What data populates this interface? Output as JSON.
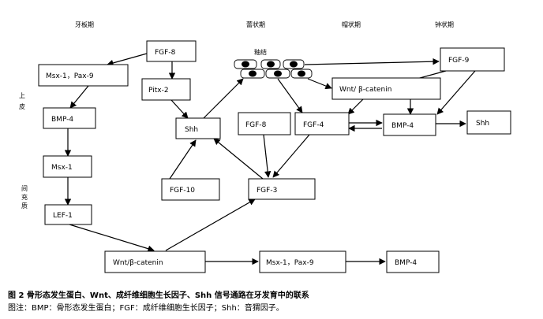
{
  "stages": {
    "dental_lamina": "牙板期",
    "bud": "蕾状期",
    "cap": "帽状期",
    "bell": "钟状期"
  },
  "side_labels": {
    "epithelium": [
      "上",
      "皮"
    ],
    "mesenchyme": [
      "间",
      "充",
      "质"
    ]
  },
  "cluster_label": "釉结",
  "nodes": {
    "fgf8_top": "FGF-8",
    "msx1_pax9_top": "Msx-1，Pax-9",
    "pitx2": "Pitx-2",
    "bmp4_left": "BMP-4",
    "shh_mid": "Shh",
    "fgf8_mid": "FGF-8",
    "fgf4": "FGF-4",
    "wnt_bcat_top": "Wnt/ β-catenin",
    "fgf9": "FGF-9",
    "bmp4_right": "BMP-4",
    "shh_right": "Shh",
    "msx1": "Msx-1",
    "fgf10": "FGF-10",
    "fgf3": "FGF-3",
    "lef1": "LEF-1",
    "wnt_bcat_bottom": "Wnt/β-catenin",
    "msx1_pax9_bottom": "Msx-1，Pax-9",
    "bmp4_bottom": "BMP-4"
  },
  "caption": {
    "title": "图 2  骨形态发生蛋白、Wnt、成纤维细胞生长因子、Shh 信号通路在牙发育中的联系",
    "note": "图注：BMP：骨形态发生蛋白；FGF：成纤维细胞生长因子；Shh：音猬因子。"
  }
}
